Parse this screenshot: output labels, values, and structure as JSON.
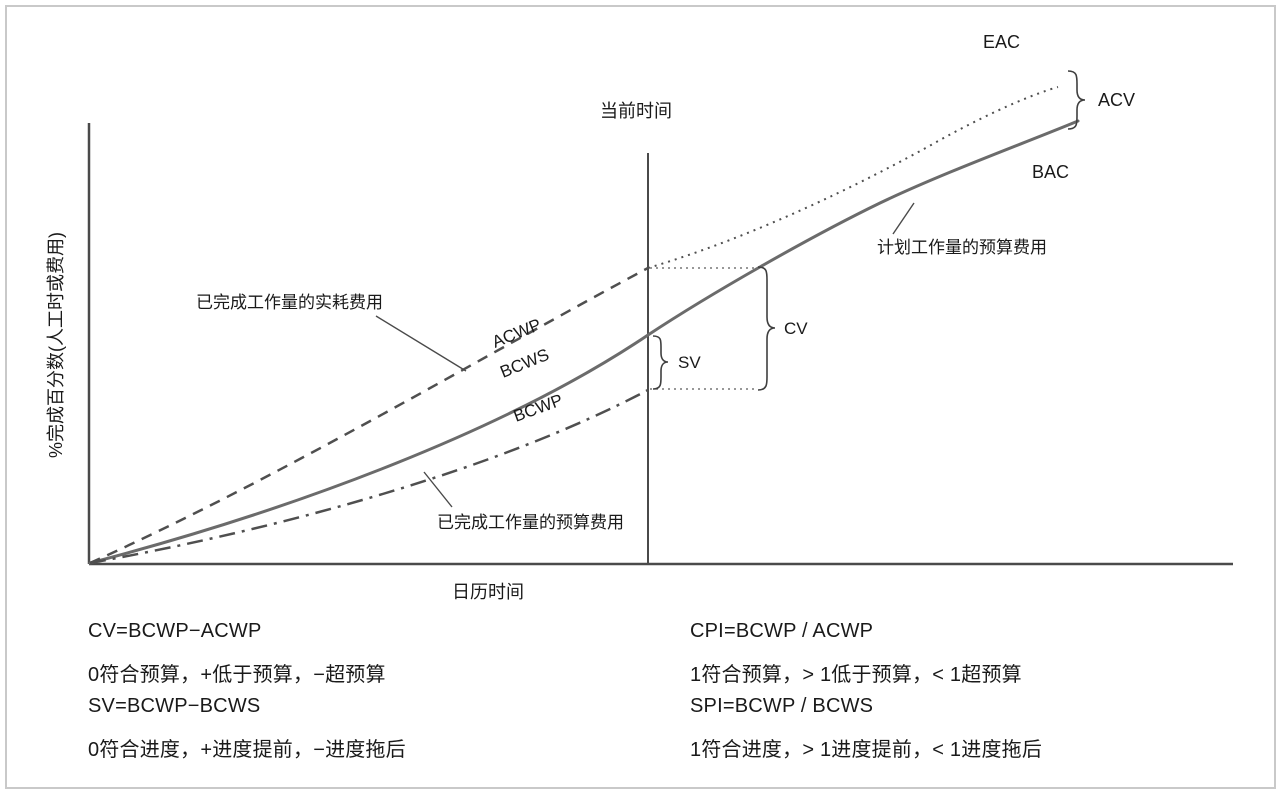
{
  "figure": {
    "y_axis_label": "%完成百分数(人工时或费用)",
    "x_axis_label": "日历时间",
    "current_time_label": "当前时间"
  },
  "curve_labels": {
    "acwp": "ACWP",
    "bcws": "BCWS",
    "bcwp": "BCWP"
  },
  "annotations": {
    "acwp_note": "已完成工作量的实耗费用",
    "bcws_note": "计划工作量的预算费用",
    "bcwp_note": "已完成工作量的预算费用",
    "eac": "EAC",
    "acv": "ACV",
    "bac": "BAC",
    "cv": "CV",
    "sv": "SV"
  },
  "formulas": {
    "left": [
      "CV=BCWP−ACWP",
      "0符合预算，+低于预算，−超预算",
      "SV=BCWP−BCWS",
      "0符合进度，+进度提前，−进度拖后"
    ],
    "right": [
      "CPI=BCWP / ACWP",
      "1符合预算，> 1低于预算，< 1超预算",
      "SPI=BCWP / BCWS",
      "1符合进度，> 1进度提前，< 1进度拖后"
    ]
  },
  "colors": {
    "curve_solid": "#6b6b6b",
    "curve_dashed": "#4f4f4f",
    "axis": "#4a4a4a",
    "text": "#1a1a1a",
    "frame_border": "#c9c9c9"
  }
}
